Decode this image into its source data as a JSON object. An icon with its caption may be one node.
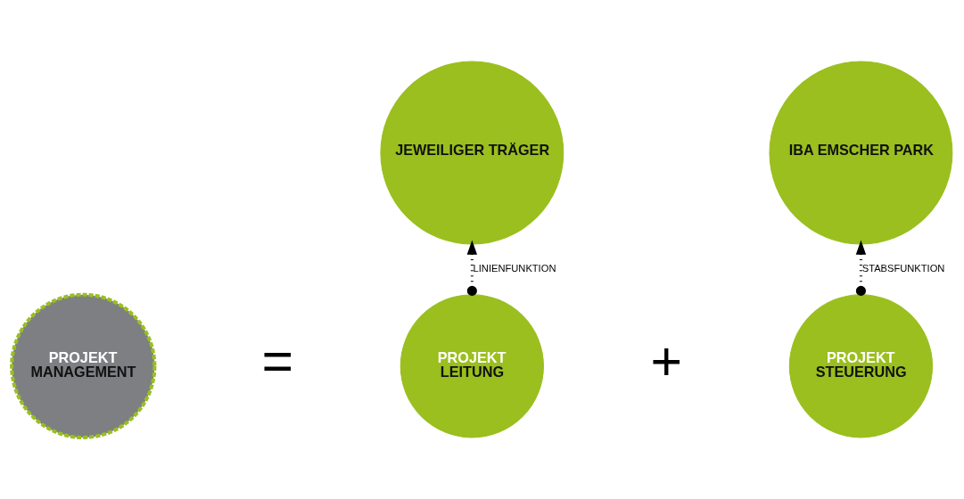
{
  "diagram": {
    "nodes": [
      {
        "text": [
          "PROJEKT",
          "MANAGEMENT"
        ]
      },
      {
        "text": [
          "JEWEILIGER TRÄGER"
        ]
      },
      {
        "text": [
          "IBA EMSCHER PARK"
        ]
      },
      {
        "text": [
          "PROJEKT",
          "LEITUNG"
        ]
      },
      {
        "text": [
          "PROJEKT",
          "STEUERUNG"
        ]
      }
    ],
    "edges": [
      {
        "from": 3,
        "to": 1,
        "arrow": "to",
        "label": "LINIENFUNKTION",
        "style": "dashed"
      },
      {
        "from": 4,
        "to": 2,
        "arrow": "to",
        "label": "STABSFUNKTION",
        "style": "dashed"
      }
    ],
    "labels": [
      "=",
      "+"
    ]
  }
}
